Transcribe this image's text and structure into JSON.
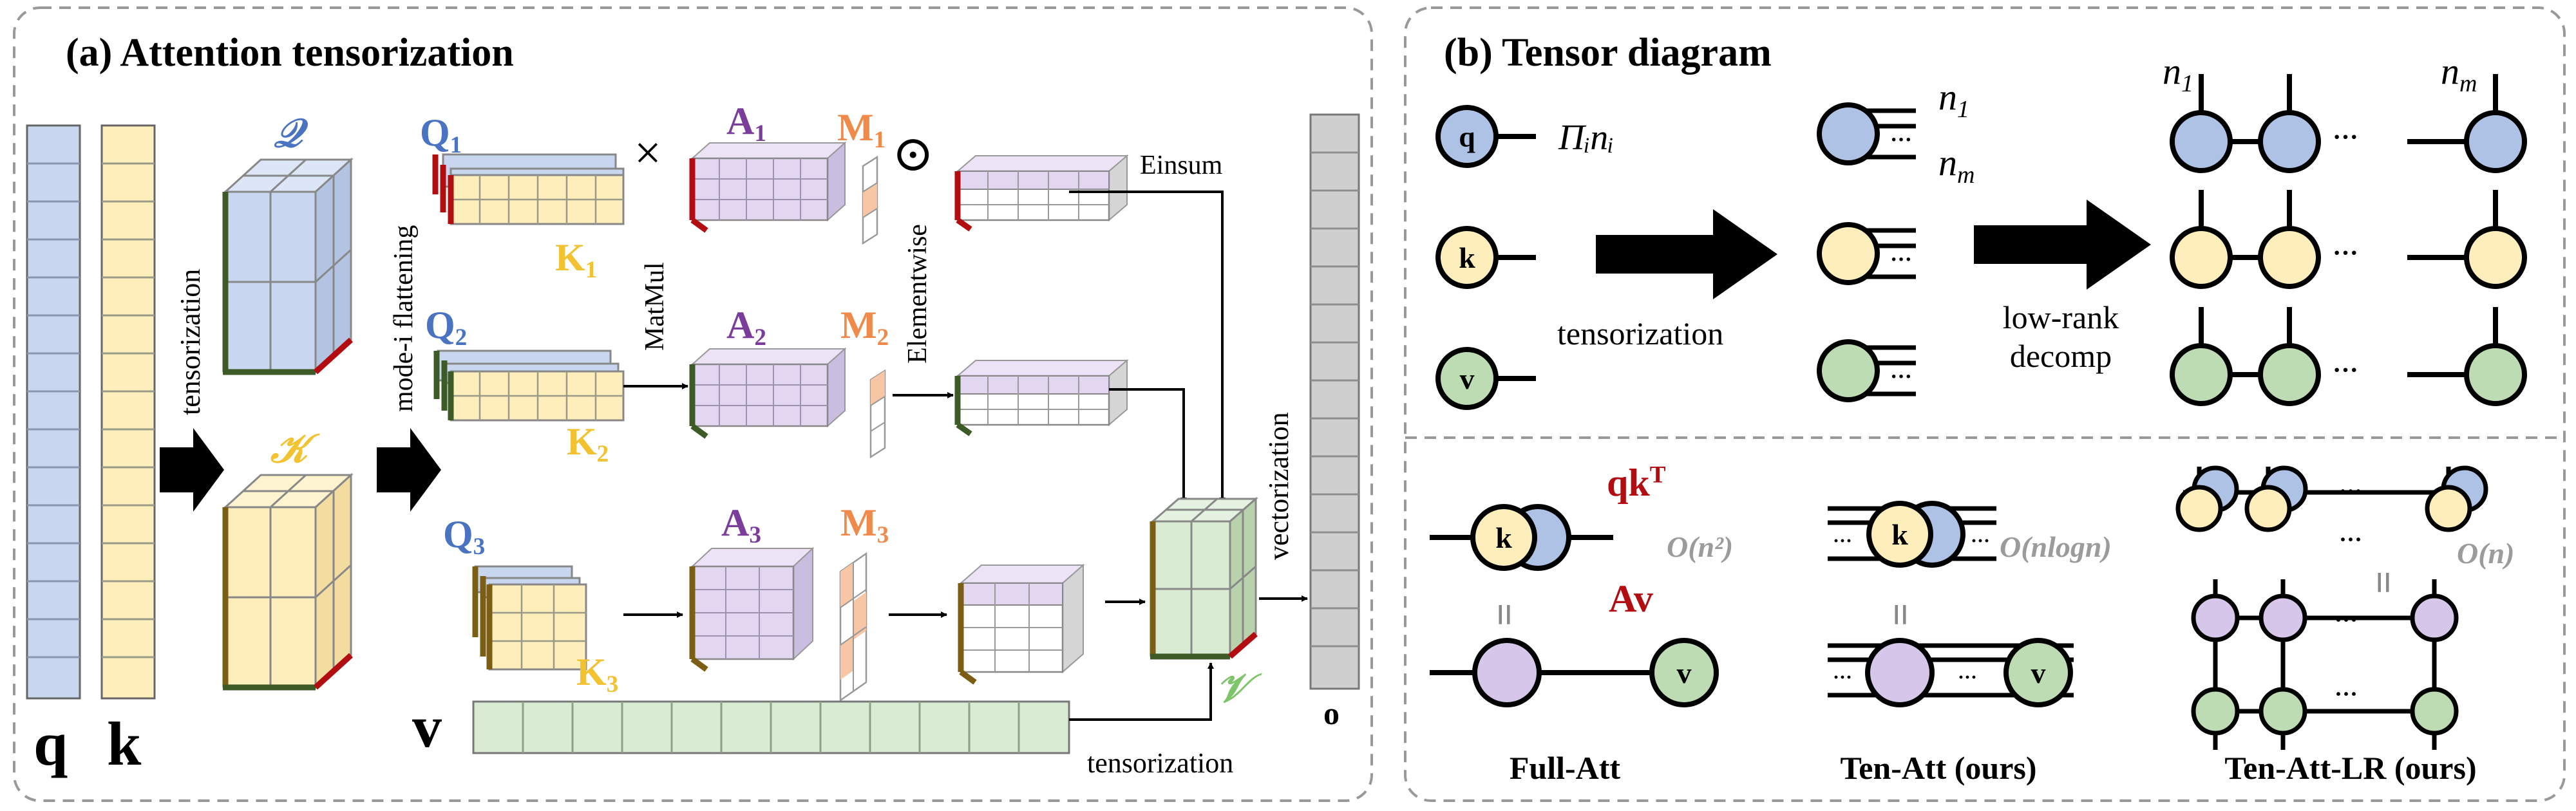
{
  "panel_a": {
    "title": "(a) Attention tensorization",
    "vec_q_label": "q",
    "vec_k_label": "k",
    "vec_v_label": "v",
    "vec_o_label": "o",
    "tensorization_left": "tensorization",
    "mode_flatten": "mode-i flattening",
    "cube_Q_label": "𝒬",
    "cube_K_label": "𝒦",
    "cube_V_label": "𝒱",
    "Q1": "Q1",
    "K1": "K1",
    "A1": "A1",
    "M1": "M1",
    "Q2": "Q2",
    "K2": "K2",
    "A2": "A2",
    "M2": "M2",
    "Q3": "Q3",
    "K3": "K3",
    "A3": "A3",
    "M3": "M3",
    "times_symbol": "×",
    "odot_symbol": "⊙",
    "matmul": "MatMul",
    "elementwise": "Elementwise",
    "einsum": "Einsum",
    "vectorization": "vectorization",
    "tensorization_bottom": "tensorization"
  },
  "panel_b": {
    "title": "(b) Tensor diagram",
    "node_q": "q",
    "node_k": "k",
    "node_v": "v",
    "prod_label": "Πᵢnᵢ",
    "n1": "n1",
    "nm": "nm",
    "tensorization": "tensorization",
    "low_rank_1": "low-rank",
    "low_rank_2": "decomp",
    "dots": "···",
    "qkT": "qkT",
    "Av": "Av",
    "equals": "=",
    "O_n2": "O(n²)",
    "O_nlogn": "O(nlogn)",
    "O_n": "O(n)",
    "full_att": "Full-Att",
    "ten_att": "Ten-Att (ours)",
    "ten_att_lr": "Ten-Att-LR (ours)"
  },
  "colors": {
    "q_blue": "#aec2e6",
    "k_yellow": "#fdeebb",
    "v_green": "#bedcb4",
    "purple": "#d6c6ea",
    "orange": "#ef8a4a",
    "dark_red": "#b20e12",
    "dark_green": "#3c5b26",
    "olive": "#7b5e14",
    "gray": "#c7c7c7",
    "title_blue": "#4a74c2",
    "yellow_text": "#f2c230",
    "purple_text": "#7a3d9c",
    "gray_text": "#9b9b9b"
  }
}
